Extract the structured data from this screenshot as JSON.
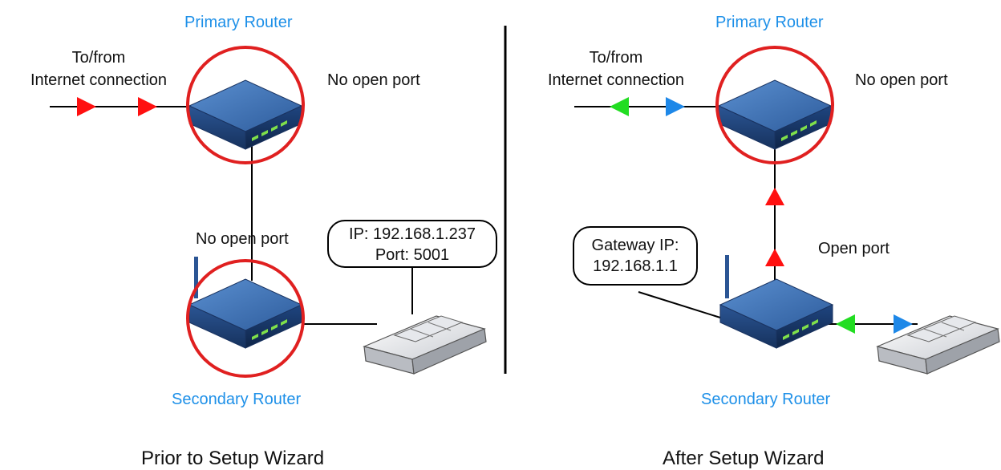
{
  "left": {
    "primary_label": "Primary Router",
    "internet_label_1": "To/from",
    "internet_label_2": "Internet connection",
    "primary_port_status": "No open port",
    "link_port_status": "No open port",
    "device_callout_line1": "IP: 192.168.1.237",
    "device_callout_line2": "Port: 5001",
    "secondary_label": "Secondary Router",
    "caption": "Prior to Setup Wizard"
  },
  "right": {
    "primary_label": "Primary Router",
    "internet_label_1": "To/from",
    "internet_label_2": "Internet connection",
    "primary_port_status": "No open port",
    "secondary_port_status": "Open port",
    "gateway_callout_line1": "Gateway IP:",
    "gateway_callout_line2": "192.168.1.1",
    "secondary_label": "Secondary Router",
    "caption": "After Setup Wizard"
  },
  "colors": {
    "highlight_ring": "#e02020",
    "label_blue": "#1e90e8",
    "arrow_red": "#ff1010",
    "arrow_green": "#22dd22",
    "arrow_blue": "#1e88e8",
    "router_top": "#3f74b8",
    "router_side": "#1d3d70"
  }
}
